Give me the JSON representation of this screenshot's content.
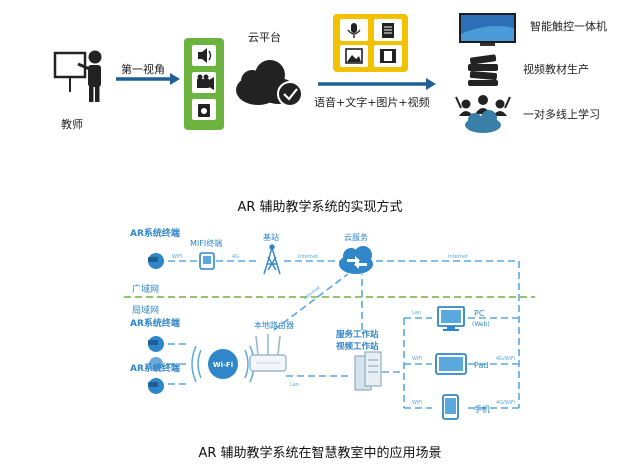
{
  "top": {
    "teacher_label": "教师",
    "first_view_label": "第一视角",
    "cloud_label": "云平台",
    "media_label": "语音+文字+图片+视频",
    "outputs": [
      "智能触控一体机",
      "视频教材生产",
      "一对多线上学习"
    ]
  },
  "caption1": "AR 辅助教学系统的实现方式",
  "network": {
    "ar_terminal_label": "AR系统终端",
    "mifi_label": "MIFI终端",
    "base_station_label": "基站",
    "cloud_service_label": "云服务",
    "wan_label": "广域网",
    "lan_label": "局域网",
    "router_label": "本地路由器",
    "server_label_line1": "服务工作站",
    "server_label_line2": "视频工作站",
    "pc_label": "PC",
    "pc_sub_label": "(Web)",
    "pad_label": "Pad",
    "phone_label": "手机",
    "wifi_badge": "Wi-Fi",
    "link_wifi": "WiFi",
    "link_4g": "4G",
    "link_internet": "Internet",
    "link_lan": "Lan",
    "link_4g_wifi": "4G/WiFi",
    "colors": {
      "primary": "#2f86c9",
      "light": "#5aa9de",
      "green": "#6db33f",
      "dark_arrow": "#1f5f95"
    }
  },
  "caption2": "AR 辅助教学系统在智慧教室中的应用场景"
}
